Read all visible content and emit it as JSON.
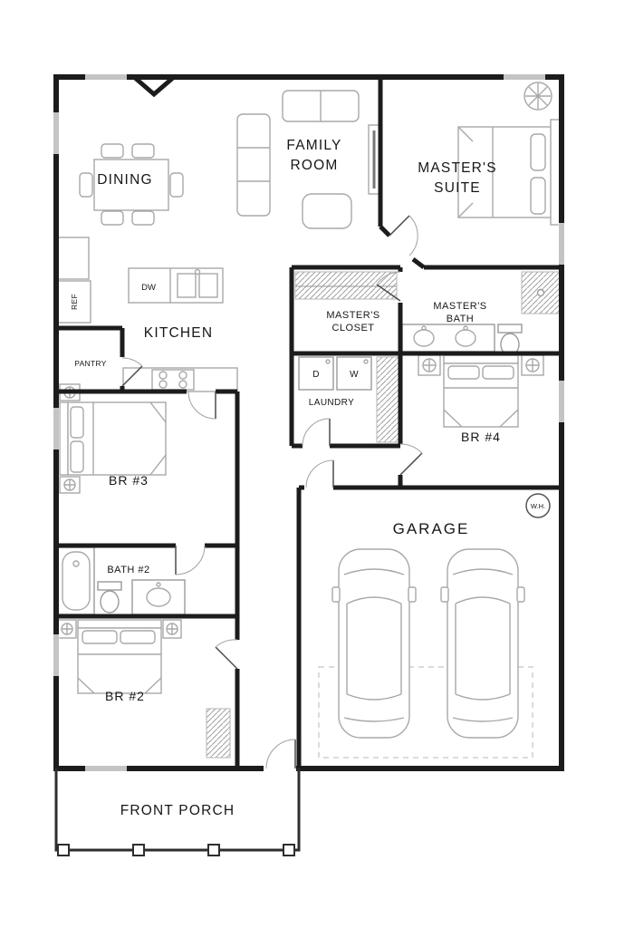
{
  "labels": {
    "dining": "DINING",
    "family_1": "FAMILY",
    "family_2": "ROOM",
    "suite_1": "MASTER'S",
    "suite_2": "SUITE",
    "kitchen": "KITCHEN",
    "closet_1": "MASTER'S",
    "closet_2": "CLOSET",
    "mbath_1": "MASTER'S",
    "mbath_2": "BATH",
    "laundry": "LAUNDRY",
    "br4": "BR #4",
    "br3": "BR #3",
    "bath2": "BATH #2",
    "br2": "BR #2",
    "garage": "GARAGE",
    "porch": "FRONT PORCH",
    "pantry": "PANTRY",
    "ref": "REF",
    "dw": "DW",
    "dryer": "D",
    "washer": "W",
    "water_heater": "W.H."
  },
  "colors": {
    "wall": "#1c1c1c",
    "furniture": "#a8a8a8",
    "text": "#171717",
    "background": "#ffffff"
  }
}
